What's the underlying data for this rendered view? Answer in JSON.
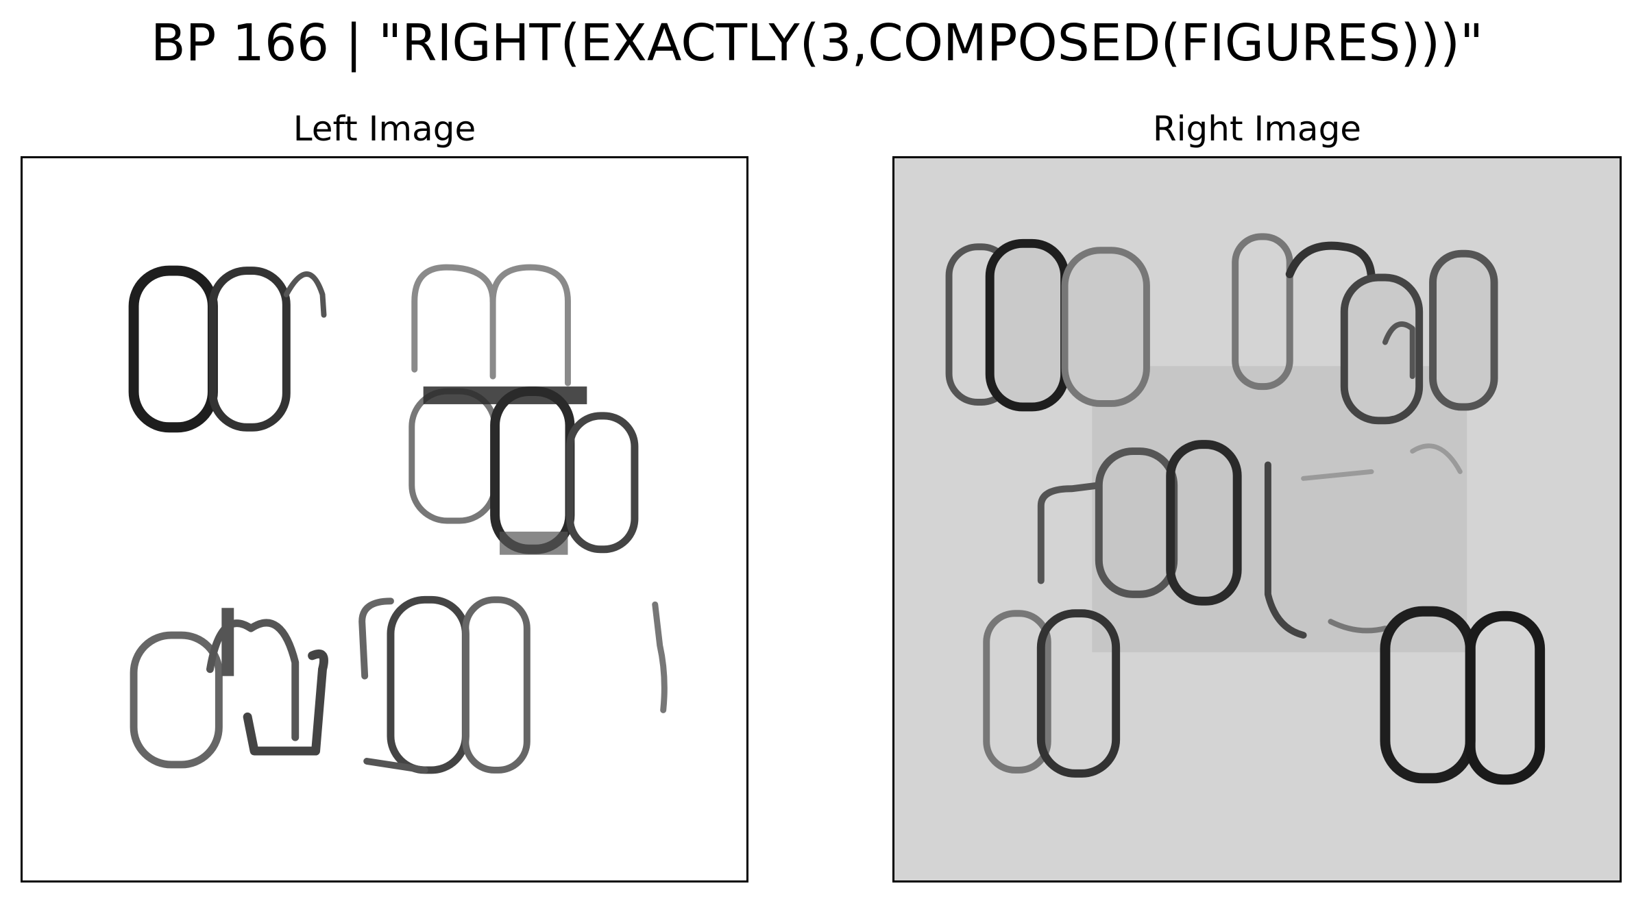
{
  "title": "BP 166 | \"RIGHT(EXACTLY(3,COMPOSED(FIGURES)))\"",
  "left_panel": {
    "title": "Left Image",
    "background": "#ffffff"
  },
  "right_panel": {
    "title": "Right Image",
    "background": "#d4d4d4",
    "inner_patch": "#c4c4c4"
  },
  "colors": {
    "stroke_dark": "#1a1a1a",
    "stroke_mid": "#555555",
    "stroke_light": "#8a8a8a",
    "fill_grey": "#cacaca"
  }
}
